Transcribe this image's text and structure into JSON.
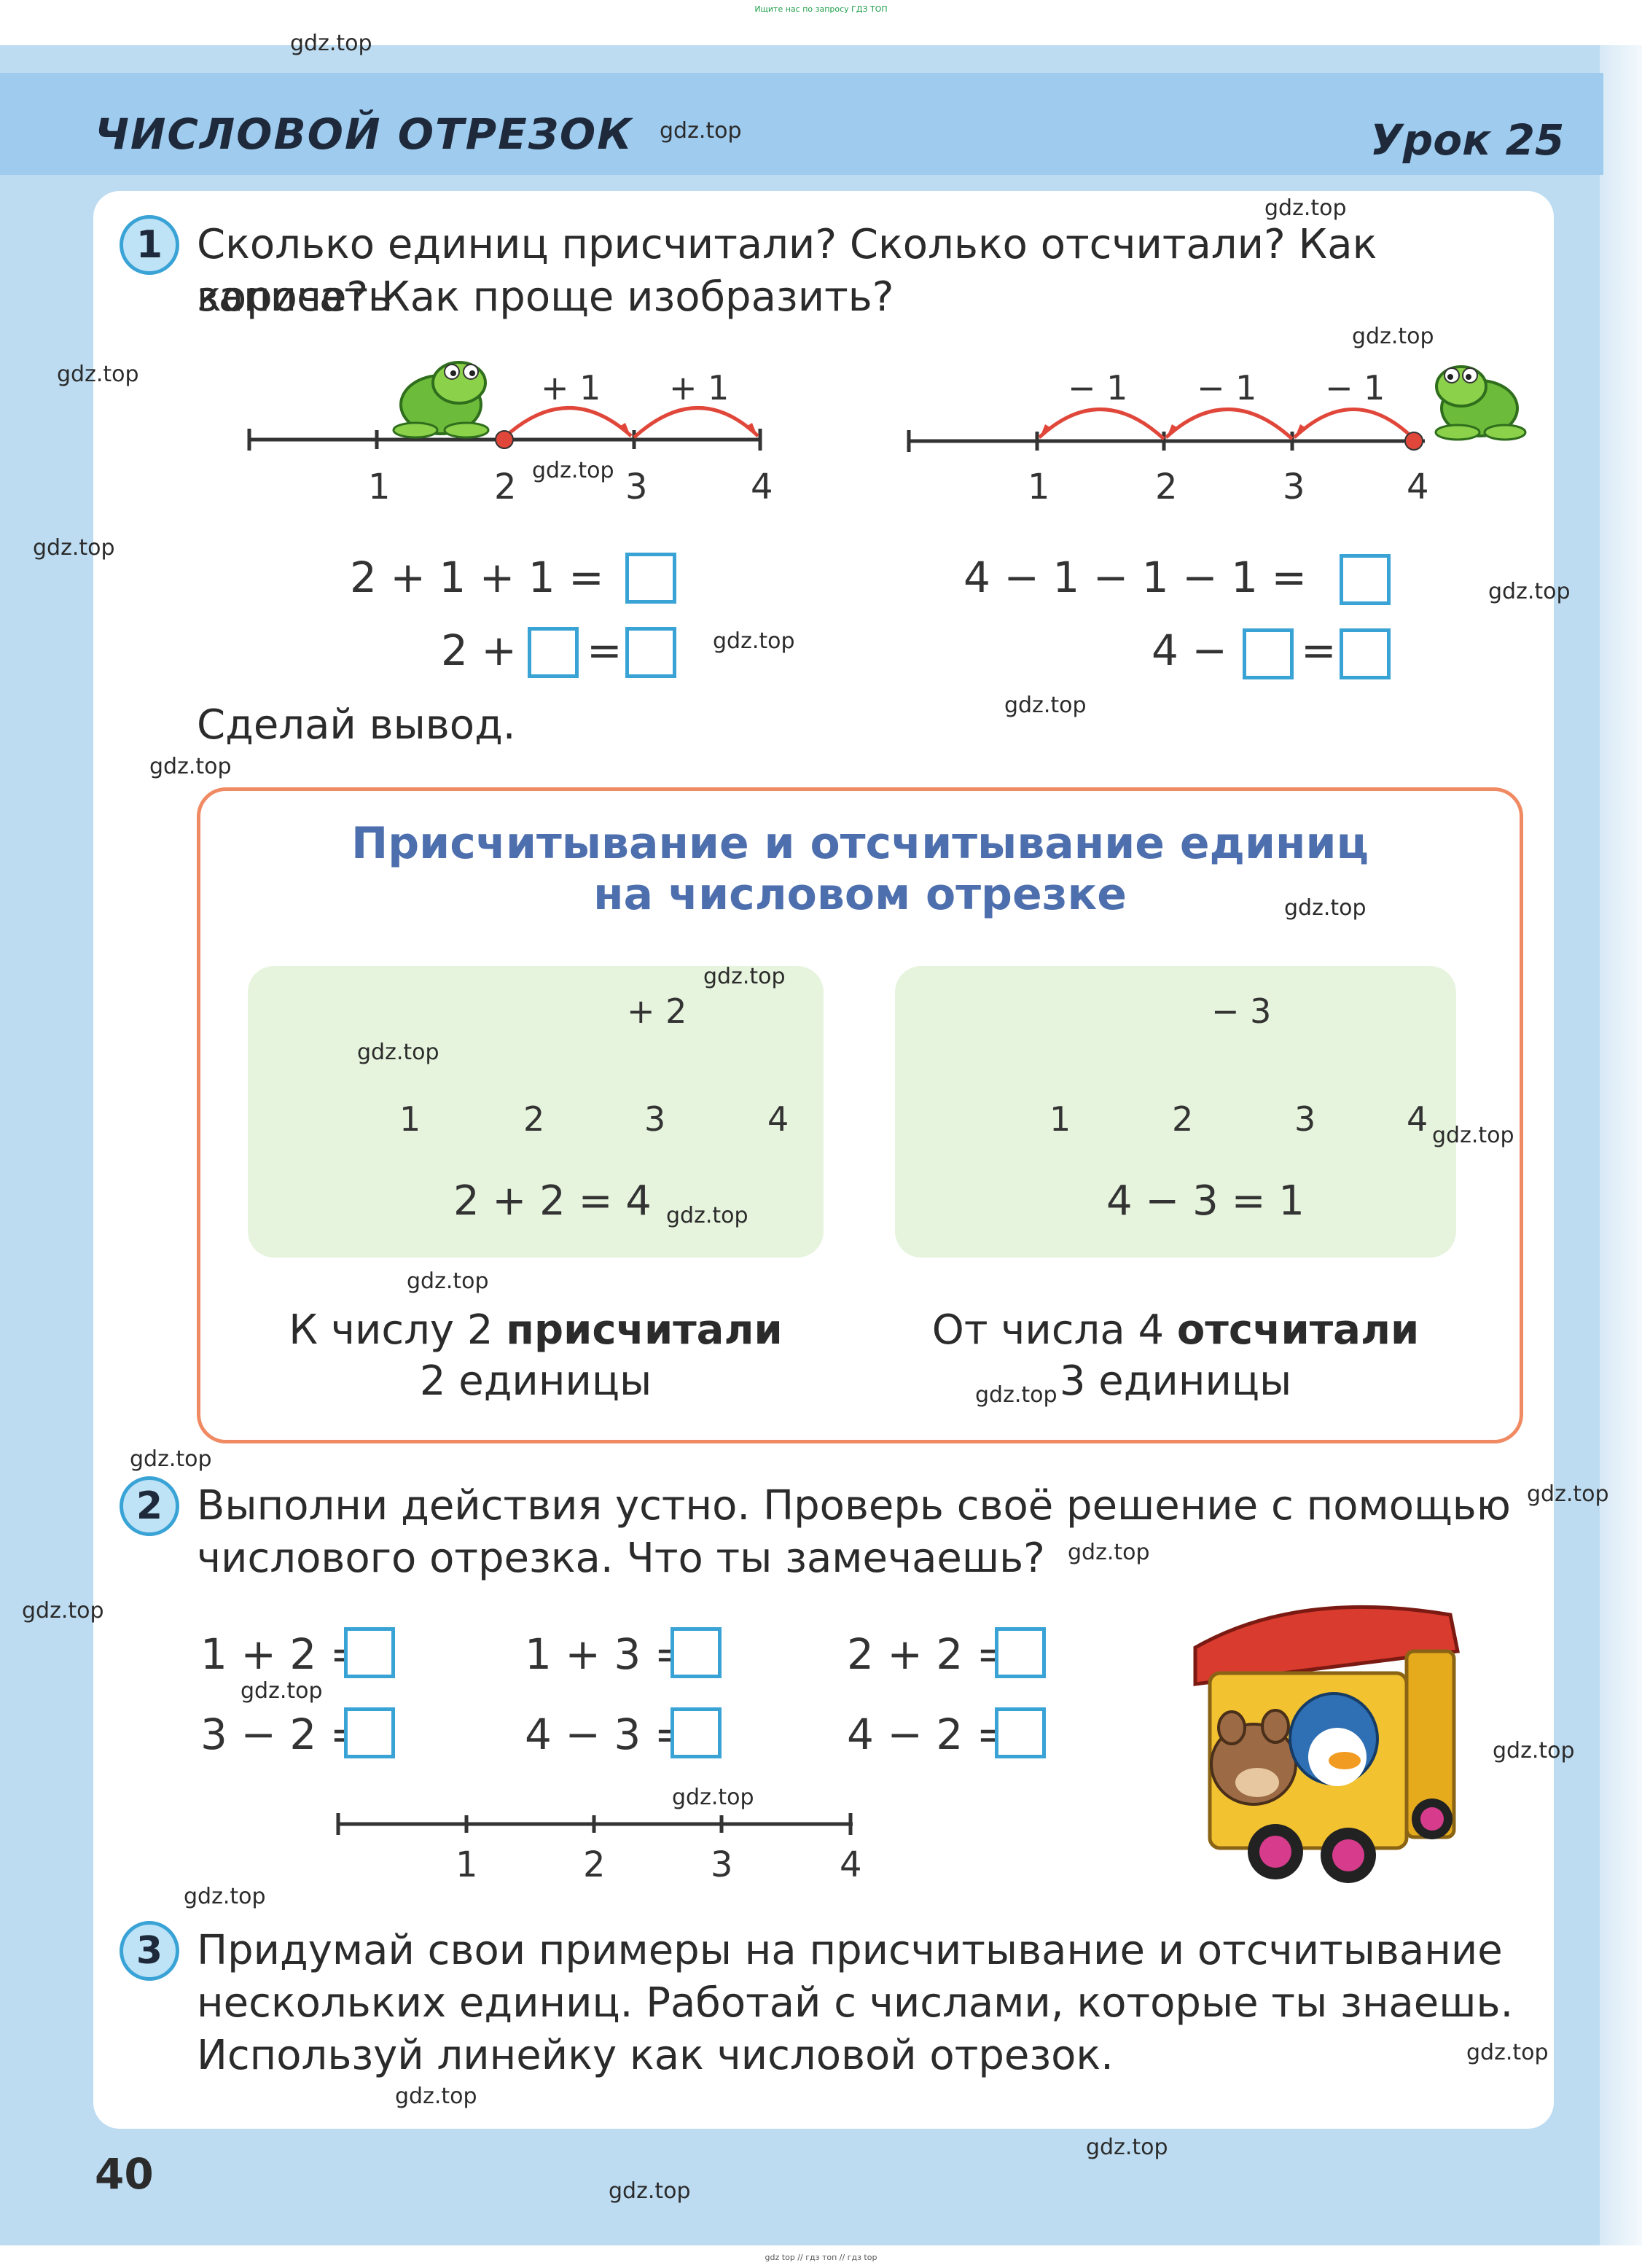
{
  "top_note": "Ищите нас по запросу ГДЗ ТОП",
  "bottom_note": "gdz top // гдз топ // гдз top",
  "header": {
    "title": "ЧИСЛОВОЙ ОТРЕЗОК",
    "lesson": "Урок 25"
  },
  "task1": {
    "number": "1",
    "text_line1": "Сколько единиц присчитали? Сколько отсчитали? Как записать",
    "text_line2": "короче? Как проще изобразить?",
    "left_line": {
      "ticks": [
        "1",
        "2",
        "3",
        "4"
      ],
      "arcs": [
        "+ 1",
        "+ 1"
      ]
    },
    "right_line": {
      "ticks": [
        "1",
        "2",
        "3",
        "4"
      ],
      "arcs": [
        "− 1",
        "− 1",
        "− 1"
      ]
    },
    "eq_left_1": "2  +  1  +  1  =",
    "eq_left_2a": "2  +",
    "eq_left_2b": "=",
    "eq_right_1": "4  −  1  −  1  −  1  =",
    "eq_right_2a": "4  −",
    "eq_right_2b": "=",
    "conclusion": "Сделай вывод."
  },
  "rule": {
    "title_line1": "Присчитывание и отсчитывание единиц",
    "title_line2": "на числовом отрезке",
    "left": {
      "ticks": [
        "1",
        "2",
        "3",
        "4"
      ],
      "arc": "+ 2",
      "equation": "2 + 2 = 4",
      "text_a": "К числу 2 ",
      "text_b": "присчитали",
      "text_c": "2 единицы"
    },
    "right": {
      "ticks": [
        "1",
        "2",
        "3",
        "4"
      ],
      "arc": "− 3",
      "equation": "4 − 3 = 1",
      "text_a": "От числа 4 ",
      "text_b": "отсчитали",
      "text_c": "3 единицы"
    }
  },
  "task2": {
    "number": "2",
    "text_line1": "Выполни действия устно. Проверь своё решение с помощью",
    "text_line2": "числового отрезка. Что ты замечаешь?",
    "examples": [
      "1 + 2 =",
      "1 + 3 =",
      "2 + 2 =",
      "3 − 2 =",
      "4 − 3 =",
      "4 − 2 ="
    ],
    "ticks": [
      "1",
      "2",
      "3",
      "4"
    ]
  },
  "task3": {
    "number": "3",
    "line1": "Придумай свои примеры на присчитывание и отсчитывание",
    "line2": "нескольких единиц. Работай с числами, которые ты знаешь.",
    "line3": "Используй линейку как числовой отрезок."
  },
  "page_number": "40",
  "watermark": "gdz.top"
}
